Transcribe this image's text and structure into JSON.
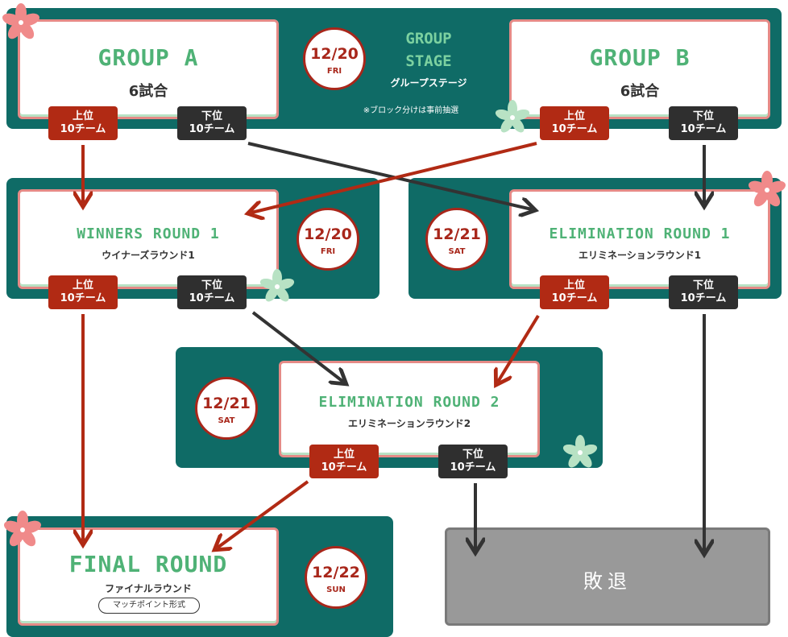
{
  "colors": {
    "panel": "#0f6b66",
    "title_green": "#4fb276",
    "accent_red": "#a8261a",
    "tag_red": "#b12a14",
    "tag_dark": "#2f2f2f",
    "arrow_red": "#b12a14",
    "arrow_dark": "#333333",
    "lose_gray": "#999999"
  },
  "tags": {
    "upper_line1": "上位",
    "lower_line1": "下位",
    "line2": "10チーム"
  },
  "group_stage": {
    "title_line1": "GROUP",
    "title_line2": "STAGE",
    "subtitle": "グループステージ",
    "note": "※ブロック分けは事前抽選",
    "date": "12/20",
    "weekday": "FRI"
  },
  "group_a": {
    "title": "GROUP A",
    "subtitle": "6試合"
  },
  "group_b": {
    "title": "GROUP B",
    "subtitle": "6試合"
  },
  "winners_round_1": {
    "title": "WINNERS ROUND 1",
    "subtitle": "ウイナーズラウンド1",
    "date": "12/20",
    "weekday": "FRI"
  },
  "elimination_round_1": {
    "title": "ELIMINATION ROUND 1",
    "subtitle": "エリミネーションラウンド1",
    "date": "12/21",
    "weekday": "SAT"
  },
  "elimination_round_2": {
    "title": "ELIMINATION ROUND 2",
    "subtitle": "エリミネーションラウンド2",
    "date": "12/21",
    "weekday": "SAT"
  },
  "final_round": {
    "title": "FINAL ROUND",
    "subtitle": "ファイナルラウンド",
    "format": "マッチポイント形式",
    "date": "12/22",
    "weekday": "SUN"
  },
  "defeat": {
    "label": "敗退"
  }
}
